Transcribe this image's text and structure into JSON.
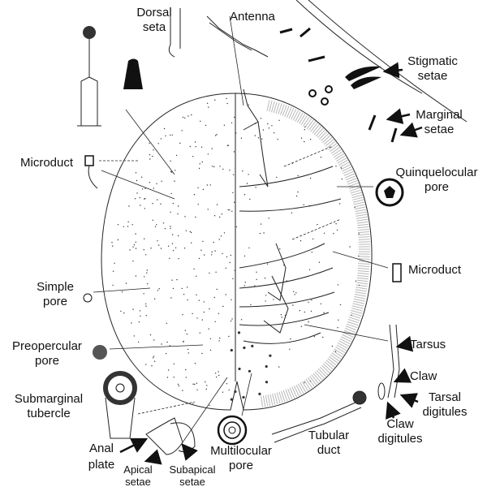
{
  "title": "Mealybug (Pseudococcidae) adult female morphology",
  "labels": {
    "antenna": "Antenna",
    "dorsal_seta": [
      "Dorsal",
      "seta"
    ],
    "stigmatic_setae": [
      "Stigmatic",
      "setae"
    ],
    "marginal_setae": [
      "Marginal",
      "setae"
    ],
    "microduct_left": "Microduct",
    "quinquelocular_pore": [
      "Quinquelocular",
      "pore"
    ],
    "microduct_right": "Microduct",
    "simple_pore": [
      "Simple",
      "pore"
    ],
    "preopercular_pore": [
      "Preopercular",
      "pore"
    ],
    "tarsus": "Tarsus",
    "claw": "Claw",
    "tarsal_digitules": [
      "Tarsal",
      "digitules"
    ],
    "submarginal_tubercle": [
      "Submarginal",
      "tubercle"
    ],
    "claw_digitules": [
      "Claw",
      "digitules"
    ],
    "tubular_duct": [
      "Tubular",
      "duct"
    ],
    "anal_plate": [
      "Anal",
      "plate"
    ],
    "multilocular_pore": [
      "Multilocular",
      "pore"
    ],
    "apical_setae": [
      "Apical",
      "setae"
    ],
    "subapical_setae": [
      "Subapical",
      "setae"
    ]
  }
}
